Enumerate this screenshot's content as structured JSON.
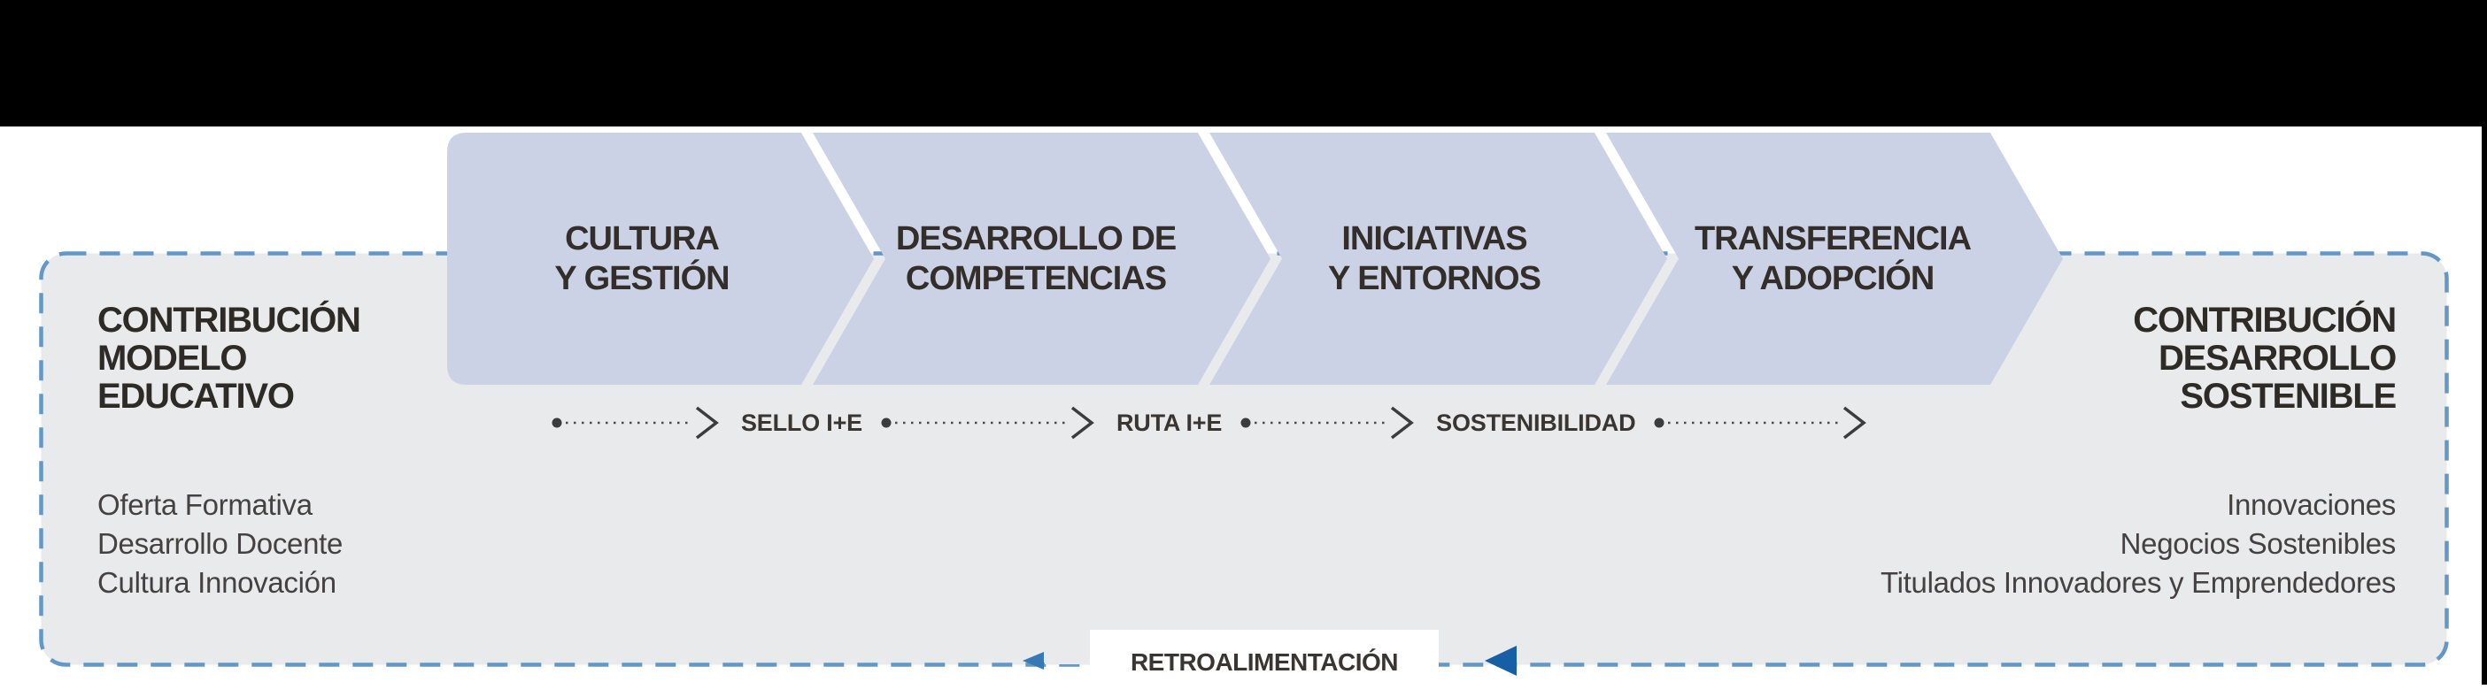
{
  "diagram": {
    "stages": [
      {
        "line1": "CULTURA",
        "line2": "Y GESTIÓN"
      },
      {
        "line1": "DESARROLLO DE",
        "line2": "COMPETENCIAS"
      },
      {
        "line1": "INICIATIVAS",
        "line2": "Y ENTORNOS"
      },
      {
        "line1": "TRANSFERENCIA",
        "line2": "Y ADOPCIÓN"
      }
    ],
    "connectors": [
      {
        "label": "SELLO I+E"
      },
      {
        "label": "RUTA I+E"
      },
      {
        "label": "SOSTENIBILIDAD"
      }
    ],
    "left_panel": {
      "title_line1": "CONTRIBUCIÓN",
      "title_line2": "MODELO",
      "title_line3": "EDUCATIVO",
      "items": [
        "Oferta Formativa",
        "Desarrollo Docente",
        "Cultura Innovación"
      ]
    },
    "right_panel": {
      "title_line1": "CONTRIBUCIÓN",
      "title_line2": "DESARROLLO",
      "title_line3": "SOSTENIBLE",
      "items": [
        "Innovaciones",
        "Negocios Sostenibles",
        "Titulados Innovadores y Emprendedores"
      ]
    },
    "feedback_label": "RETROALIMENTACIÓN",
    "colors": {
      "top_bar": "#000000",
      "chevron_fill": "#cbd2e6",
      "panel_fill": "#e9eaeb",
      "dashed_border_blue": "#6397c8",
      "feedback_arrow_blue": "#175fa5",
      "heading_text": "#2e2a26",
      "body_text": "#454140"
    }
  }
}
